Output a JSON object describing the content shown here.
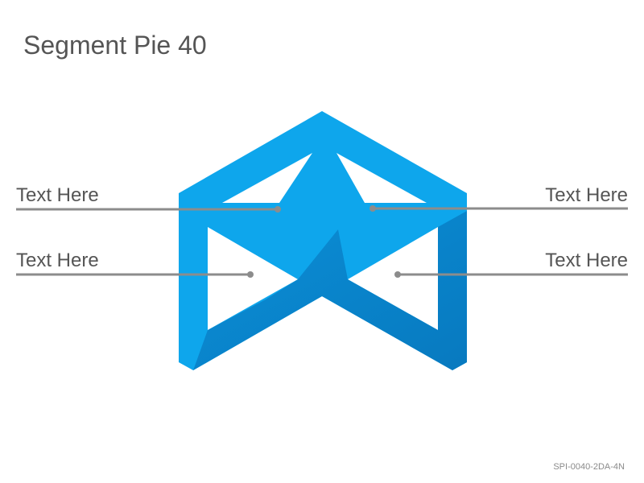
{
  "title": "Segment Pie 40",
  "labels": {
    "top_left": "Text Here",
    "bottom_left": "Text Here",
    "top_right": "Text Here",
    "bottom_right": "Text Here"
  },
  "slide_code": "SPI-0040-2DA-4N",
  "colors": {
    "shape_light": "#0ea6ec",
    "shape_dark": "#0a84c8",
    "connector": "#8c8c8c",
    "text": "#555555"
  }
}
